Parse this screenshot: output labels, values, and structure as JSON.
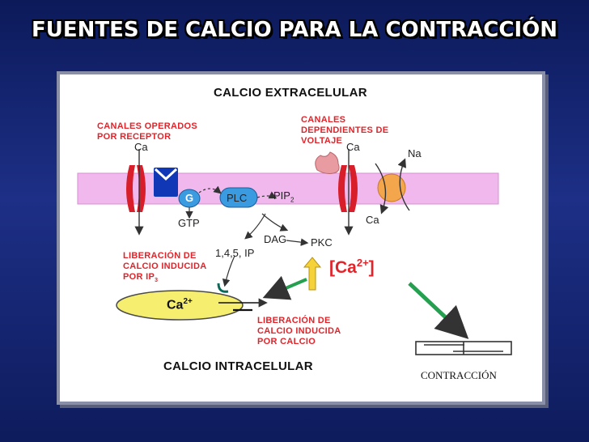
{
  "slide": {
    "title": "FUENTES DE CALCIO PARA LA CONTRACCIÓN"
  },
  "diagram": {
    "extracellular": "CALCIO EXTRACELULAR",
    "intracellular": "CALCIO INTRACELULAR",
    "receptor_channels": [
      "CANALES OPERADOS",
      "POR RECEPTOR"
    ],
    "voltage_channels": [
      "CANALES",
      "DEPENDIENTES DE",
      "VOLTAJE"
    ],
    "ip3_release": [
      "LIBERACIÓN DE",
      "CALCIO INDUCIDA",
      "POR IP"
    ],
    "ip3_sub": "3",
    "calcium_release": [
      "LIBERACIÓN DE",
      "CALCIO INDUCIDA",
      "POR CALCIO"
    ],
    "ca_left": "Ca",
    "ca_mid": "Ca",
    "ca_low": "Ca",
    "na": "Na",
    "g": "G",
    "plc": "PLC",
    "pip2": "PIP",
    "pip2_sub": "2",
    "gtp": "GTP",
    "dag": "DAG",
    "pkc": "PKC",
    "ip_label": "1,4,5, IP",
    "store_ca": "Ca",
    "store_ca_sup": "2+",
    "conc_ca": "[Ca",
    "conc_ca_sup": "2+",
    "conc_ca_close": "]",
    "contraction": "CONTRACCIÓN"
  }
}
